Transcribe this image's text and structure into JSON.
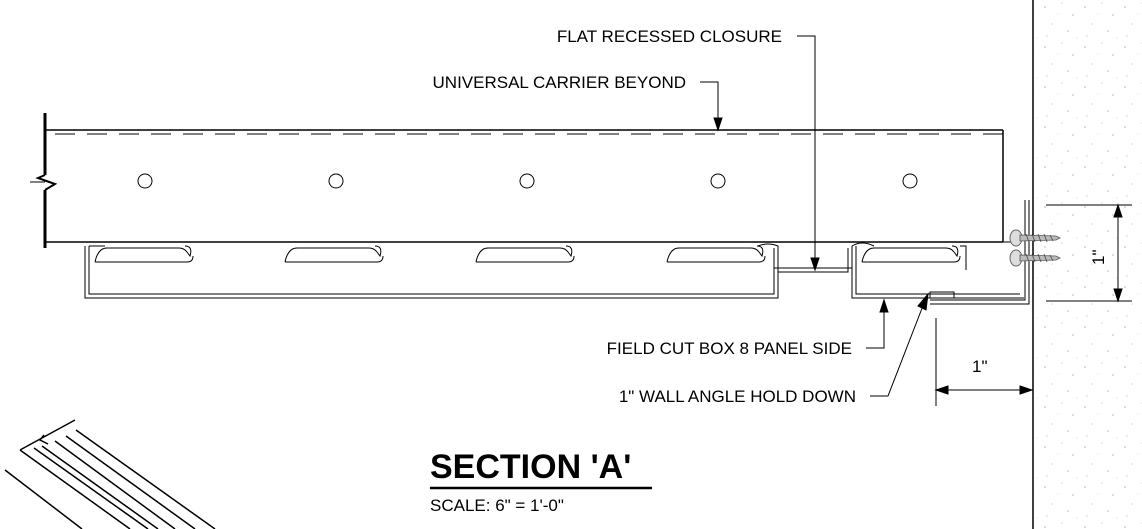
{
  "labels": {
    "flat_recessed_closure": "FLAT RECESSED CLOSURE",
    "universal_carrier": "UNIVERSAL CARRIER BEYOND",
    "field_cut_box": "FIELD CUT BOX 8 PANEL SIDE",
    "wall_angle": "1\" WALL ANGLE HOLD DOWN"
  },
  "dimensions": {
    "vertical": "1\"",
    "horizontal": "1\""
  },
  "title": {
    "heading": "SECTION 'A'",
    "scale": "SCALE: 6\" = 1'-0\""
  }
}
